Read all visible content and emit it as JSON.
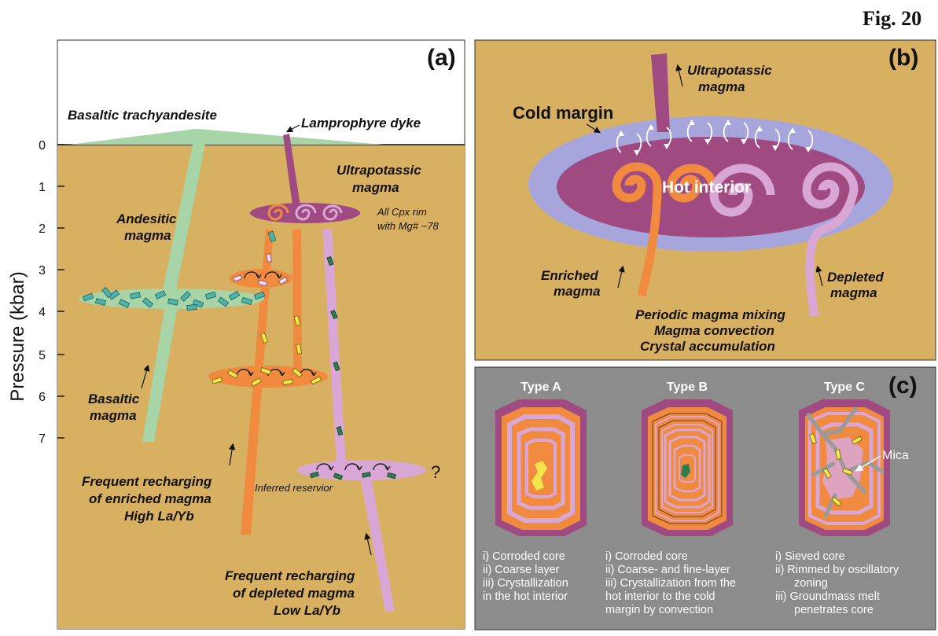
{
  "figure_label": "Fig. 20",
  "panel_a": {
    "letter": "(a)",
    "y_axis_label": "Pressure (kbar)",
    "y_ticks": [
      "0",
      "1",
      "2",
      "3",
      "4",
      "5",
      "6",
      "7"
    ],
    "labels": {
      "basaltic_trachyandesite": "Basaltic trachyandesite",
      "lamprophyre_dyke": "Lamprophyre dyke",
      "ultrapotassic_1": "Ultrapotassic",
      "ultrapotassic_2": "magma",
      "cpx_rim_1": "All Cpx rim",
      "cpx_rim_2": "with Mg# ~78",
      "andesitic_1": "Andesitic",
      "andesitic_2": "magma",
      "basaltic_1": "Basaltic",
      "basaltic_2": "magma",
      "enriched_1": "Frequent recharging",
      "enriched_2": "of enriched magma",
      "enriched_3": "High La/Yb",
      "inferred": "Inferred reservior",
      "question": "?",
      "depleted_1": "Frequent recharging",
      "depleted_2": "of depleted magma",
      "depleted_3": "Low La/Yb"
    }
  },
  "panel_b": {
    "letter": "(b)",
    "labels": {
      "ultrapotassic_1": "Ultrapotassic",
      "ultrapotassic_2": "magma",
      "cold_margin": "Cold margin",
      "hot_interior": "Hot interior",
      "enriched_1": "Enriched",
      "enriched_2": "magma",
      "depleted_1": "Depleted",
      "depleted_2": "magma",
      "process_1": "Periodic magma mixing",
      "process_2": "Magma convection",
      "process_3": "Crystal accumulation"
    }
  },
  "panel_c": {
    "letter": "(c)",
    "mica_label": "Mica",
    "types": [
      {
        "title": "Type A",
        "lines": [
          "i) Corroded core",
          "ii) Coarse layer",
          "iii) Crystallization",
          "in the hot interior"
        ]
      },
      {
        "title": "Type B",
        "lines": [
          "i) Corroded core",
          "ii) Coarse- and fine-layer",
          "iii) Crystallization from the",
          "hot interior to the cold",
          "margin by convection"
        ]
      },
      {
        "title": "Type C",
        "lines": [
          "i) Sieved core",
          "ii) Rimmed by oscillatory",
          "zoning",
          "iii) Groundmass melt",
          "penetrates core"
        ]
      }
    ]
  },
  "colors": {
    "background_tan": "#D8B062",
    "andesite_green": "#A7D5A8",
    "teal_crystal": "#4FB3A9",
    "enriched_orange": "#F08A3E",
    "depleted_pink": "#D9A7D6",
    "ultrapotassic_purple": "#A04A82",
    "cold_margin_lavender": "#A7A6DC",
    "crystal_yellow": "#F4E54C",
    "crystal_green": "#2E7D4E",
    "panel_c_gray": "#8C8C8C"
  }
}
